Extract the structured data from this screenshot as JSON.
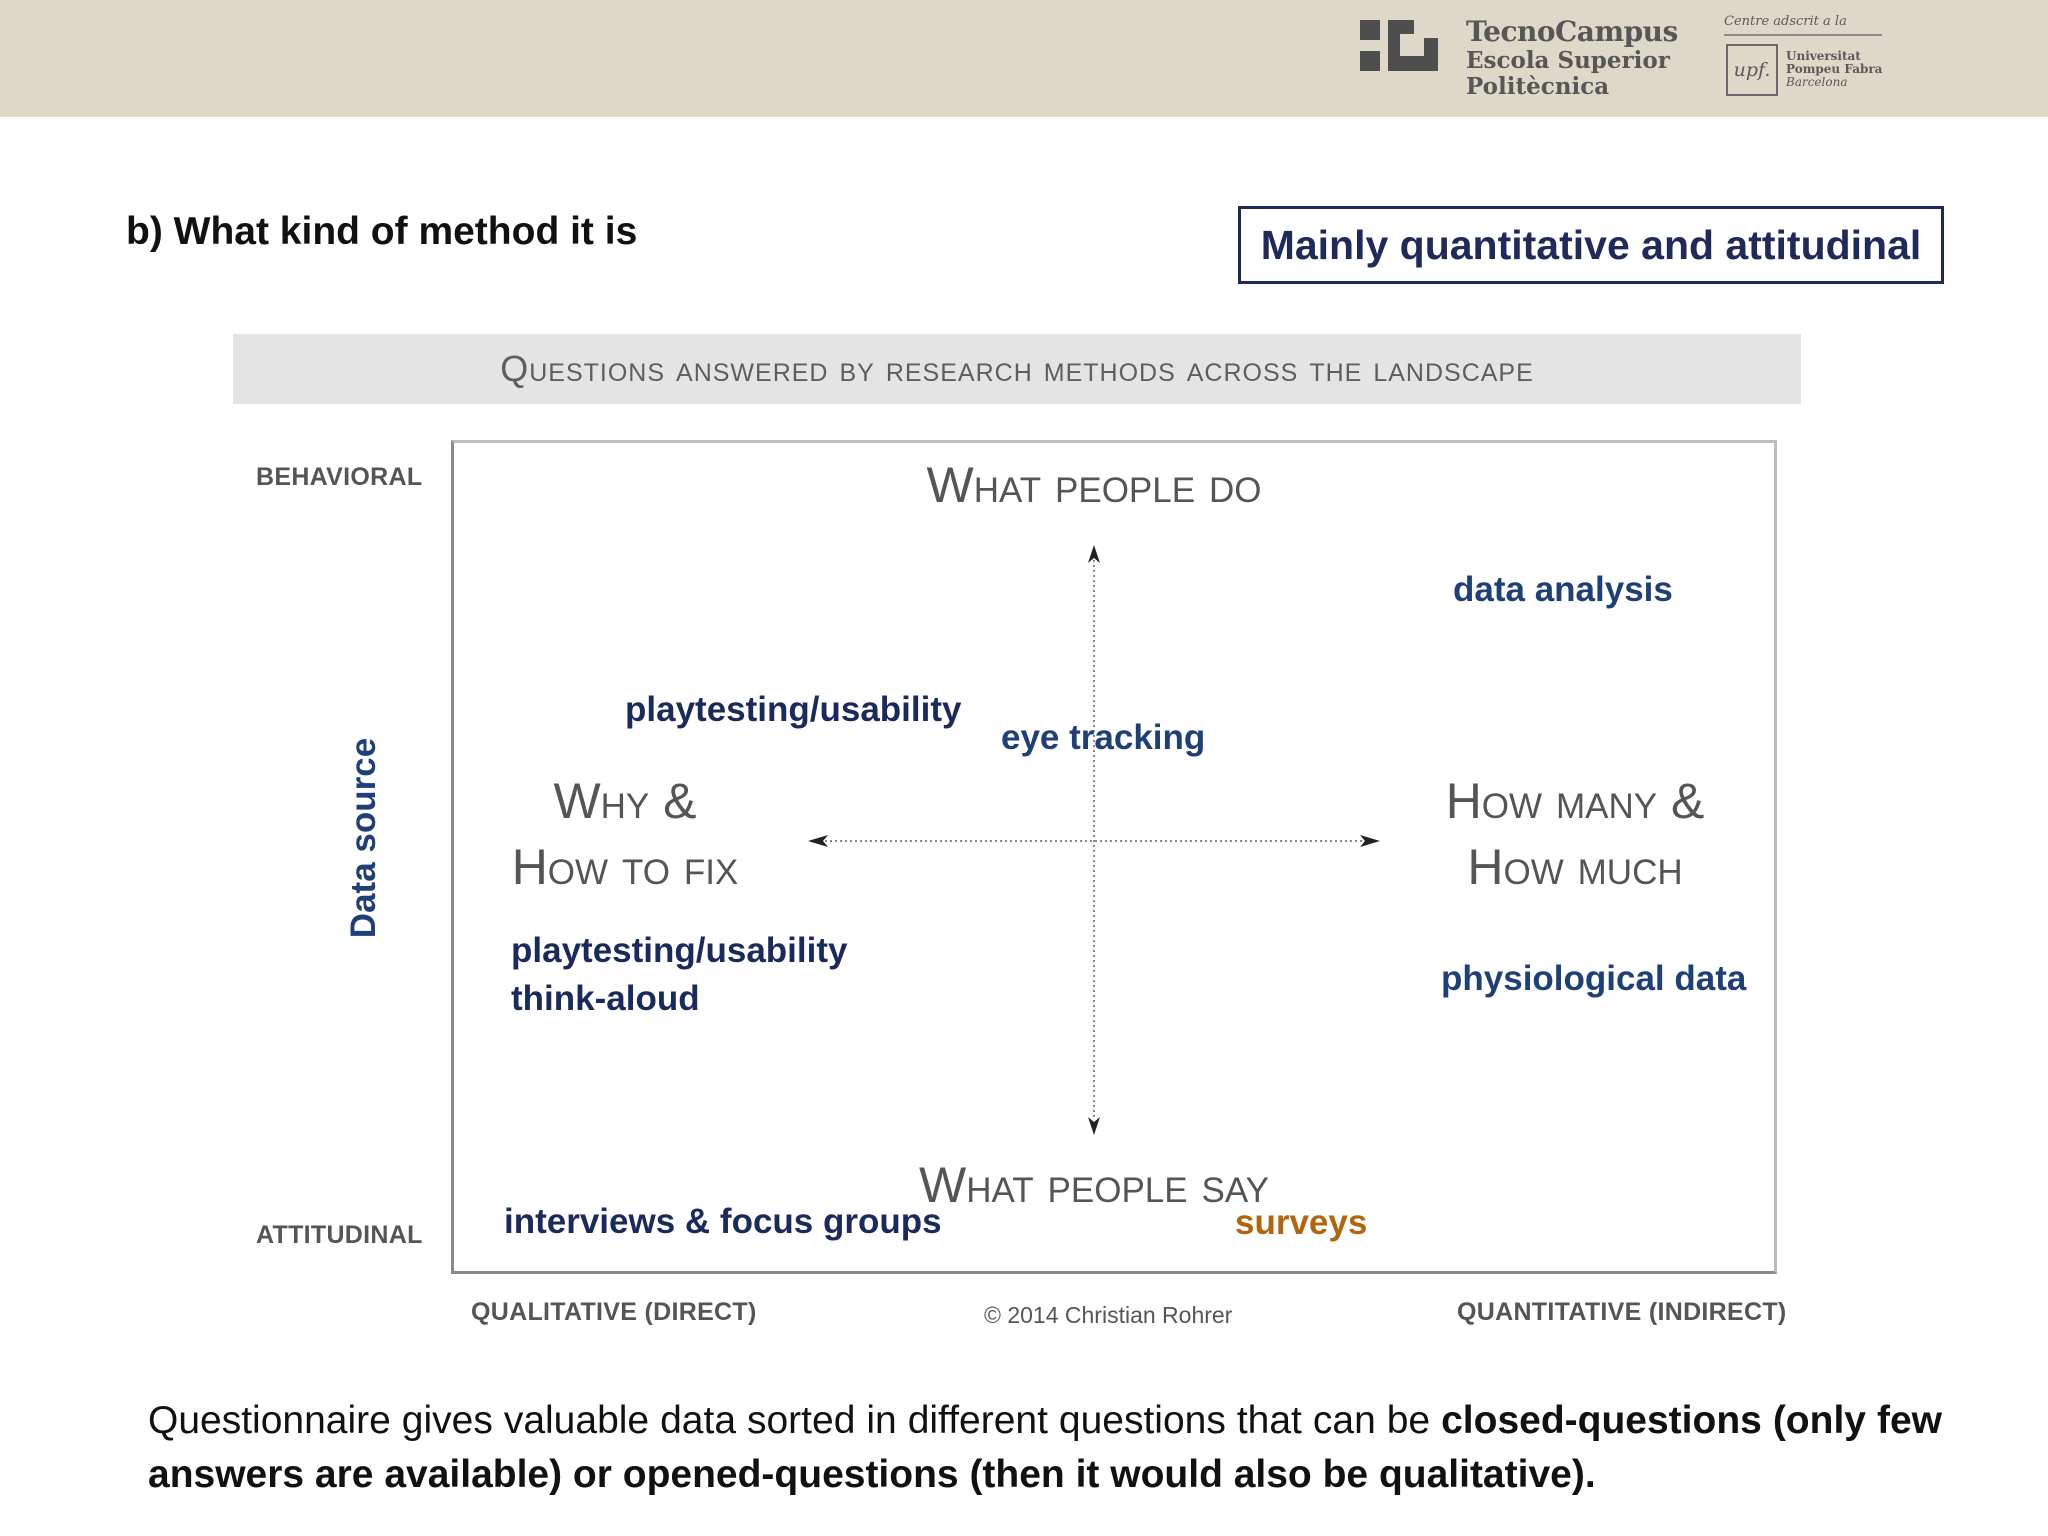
{
  "header": {
    "logo_text": [
      "TecnoCampus",
      "Escola Superior",
      "Politècnica"
    ],
    "affiliation_caption": "Centre adscrit a la",
    "upf_mark": "upf.",
    "upf_name": [
      "Universitat",
      "Pompeu Fabra",
      "Barcelona"
    ],
    "band_color": "#ddd8c8"
  },
  "section": {
    "title": "b) What kind of method it is",
    "answer": "Mainly quantitative and attitudinal"
  },
  "diagram": {
    "title": "Questions answered by research methods across the landscape",
    "y_axis_top": "BEHAVIORAL",
    "y_axis_bottom": "ATTITUDINAL",
    "y_axis_name": "Data source",
    "x_axis_left": "QUALITATIVE (DIRECT)",
    "x_axis_right": "QUANTITATIVE (INDIRECT)",
    "copyright": "© 2014 Christian Rohrer",
    "top_heading": "What people do",
    "bottom_heading": "What people say",
    "left_heading": [
      "Why &",
      "How to fix"
    ],
    "right_heading": [
      "How many &",
      "How much"
    ],
    "methods": {
      "data_analysis": "data analysis",
      "playtesting_top": "playtesting/usability",
      "eye_tracking": "eye tracking",
      "playtesting_bottom": "playtesting/usability",
      "think_aloud": "think-aloud",
      "physiological": "physiological data",
      "interviews": "interviews & focus groups",
      "surveys": "surveys"
    },
    "colors": {
      "method_blue": "#1e3f78",
      "method_dark": "#1b2a5c",
      "surveys": "#b0650e"
    }
  },
  "footer": {
    "text_1": "Questionnaire gives valuable data sorted in different questions that can be ",
    "bold_1": "closed-questions (only few answers are available)",
    "text_2": " or ",
    "bold_2": "opened-questions (then it would also be qualitative)."
  }
}
